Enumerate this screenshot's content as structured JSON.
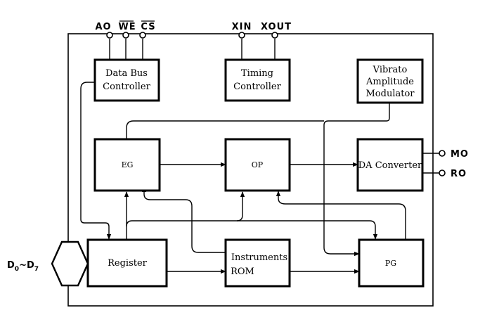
{
  "blocks": {
    "data_bus_controller": [
      "Data Bus",
      "Controller"
    ],
    "timing_controller": [
      "Timing",
      "Controller"
    ],
    "vibrato_amplitude_modulator": [
      "Vibrato",
      "Amplitude",
      "Modulator"
    ],
    "eg": "EG",
    "op": "OP",
    "da_converter": "DA Converter",
    "register": "Register",
    "instruments_rom": [
      "Instruments",
      "ROM"
    ],
    "pg": "PG"
  },
  "pins": {
    "a0": "AO",
    "we": "WE",
    "cs": "CS",
    "xin": "XIN",
    "xout": "XOUT",
    "mo": "MO",
    "ro": "RO",
    "data_bus_d": "D",
    "data_bus_sub_start": "0",
    "data_bus_tilde": "~",
    "data_bus_d2": "D",
    "data_bus_sub_end": "7"
  }
}
